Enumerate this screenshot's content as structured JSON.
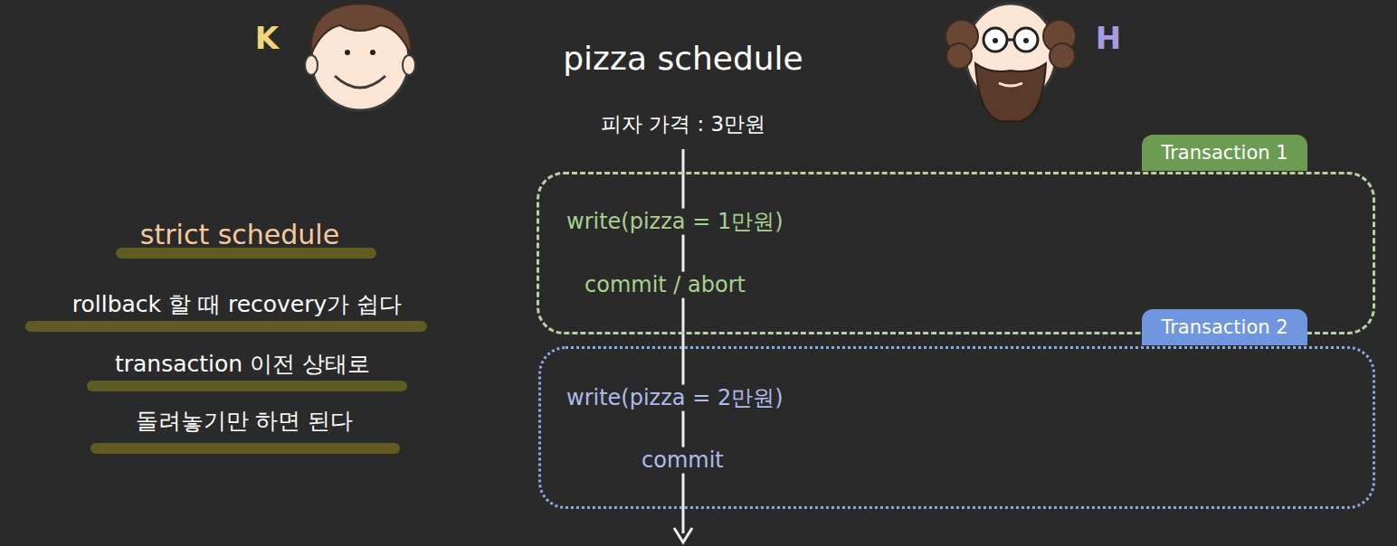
{
  "diagram": {
    "title": "pizza schedule",
    "nodes": [
      {
        "text": [
          "Transaction 1",
          "write(pizza = 1만원)",
          "commit / abort"
        ]
      },
      {
        "text": [
          "Transaction 2",
          "write(pizza = 2만원)",
          "commit"
        ]
      }
    ],
    "labels": [
      "K",
      "H",
      "피자 가격 : 3만원",
      "strict schedule",
      "rollback 할 때 recovery가 쉽다",
      "transaction 이전 상태로",
      "돌려놓기만 하면 된다"
    ]
  }
}
